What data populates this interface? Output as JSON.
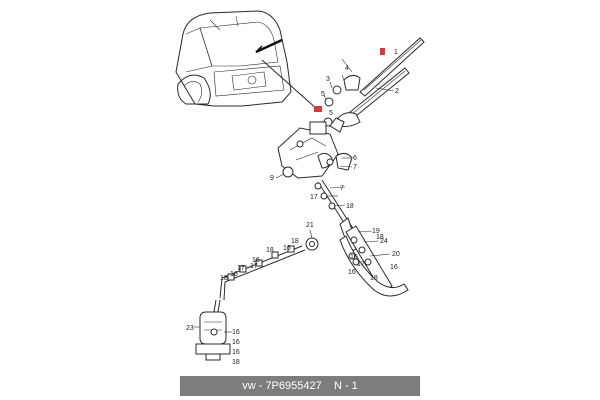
{
  "diagram": {
    "part_labels": [
      "1",
      "2",
      "3",
      "4",
      "5",
      "6",
      "7",
      "9",
      "17",
      "18",
      "21",
      "19",
      "24",
      "20",
      "16",
      "23"
    ]
  },
  "footer": {
    "brand": "vw",
    "separator": "-",
    "part_number": "7P6955427",
    "position": "N - 1"
  },
  "colors": {
    "footer_bg": "#7d7d7d",
    "marker_red": "#d63a3a"
  }
}
